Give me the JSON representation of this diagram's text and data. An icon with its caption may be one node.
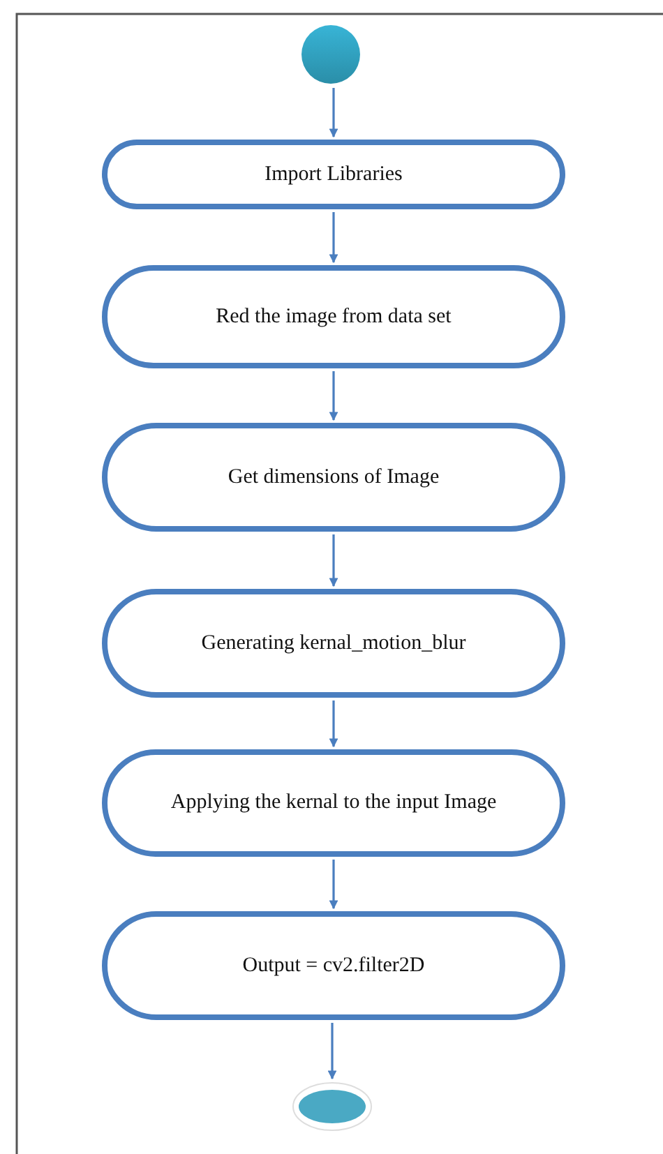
{
  "diagram": {
    "nodes": [
      {
        "text": [],
        "shape": "circle"
      },
      {
        "text": [
          "Import Libraries"
        ]
      },
      {
        "text": [
          "Red the image from data set"
        ]
      },
      {
        "text": [
          "Get dimensions of Image"
        ]
      },
      {
        "text": [
          "Generating kernal_motion_blur"
        ]
      },
      {
        "text": [
          "Applying the kernal to the input Image"
        ]
      },
      {
        "text": [
          "Output = cv2.filter2D"
        ]
      },
      {
        "text": [],
        "shape": "circle"
      }
    ],
    "edges": [
      {
        "from": 0,
        "to": 1,
        "arrow": "to"
      },
      {
        "from": 1,
        "to": 2,
        "arrow": "to"
      },
      {
        "from": 2,
        "to": 3,
        "arrow": "to"
      },
      {
        "from": 3,
        "to": 4,
        "arrow": "to"
      },
      {
        "from": 4,
        "to": 5,
        "arrow": "to"
      },
      {
        "from": 5,
        "to": 6,
        "arrow": "to"
      },
      {
        "from": 6,
        "to": 7,
        "arrow": "to"
      }
    ]
  }
}
